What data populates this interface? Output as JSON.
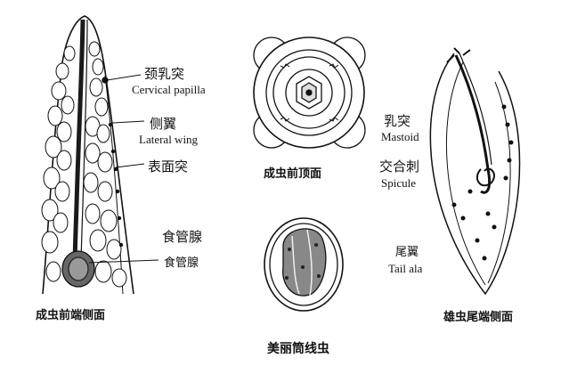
{
  "figure_title": "美丽筒线虫",
  "panels": {
    "anterior_lateral": {
      "caption": "成虫前端侧面"
    },
    "anterior_apical": {
      "caption": "成虫前顶面"
    },
    "egg": {
      "caption": ""
    },
    "male_posterior_lateral": {
      "caption": "雄虫尾端侧面"
    }
  },
  "labels": {
    "cervical_papilla": {
      "cn": "颈乳突",
      "en": "Cervical papilla"
    },
    "lateral_wing": {
      "cn": "侧翼",
      "en": "Lateral wing"
    },
    "surface_bosses": {
      "cn": "表面突",
      "en": ""
    },
    "esophageal_gland": {
      "cn": "食管腺",
      "en": "食管腺"
    },
    "mastoid": {
      "cn": "乳突",
      "en": "Mastoid"
    },
    "spicule": {
      "cn": "交合刺",
      "en": "Spicule"
    },
    "tail_ala": {
      "cn": "尾翼",
      "en": "Tail ala"
    }
  }
}
